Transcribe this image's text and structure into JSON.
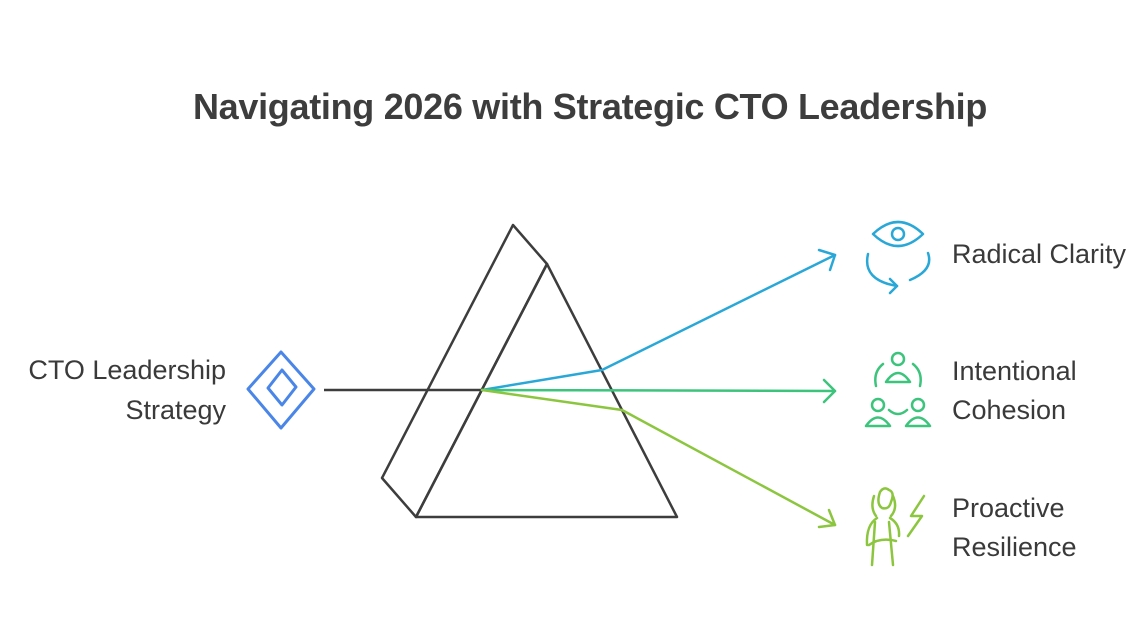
{
  "title": "Navigating 2026 with Strategic CTO Leadership",
  "source": {
    "line1": "CTO Leadership",
    "line2": "Strategy",
    "icon": "diamond-jira-icon",
    "color": "#4a86e8"
  },
  "outputs": [
    {
      "line1": "Radical Clarity",
      "line2": "",
      "icon": "eye-cycle-icon",
      "color": "#29a8d8"
    },
    {
      "line1": "Intentional",
      "line2": "Cohesion",
      "icon": "team-connection-icon",
      "color": "#3cc47c"
    },
    {
      "line1": "Proactive",
      "line2": "Resilience",
      "icon": "person-lightning-icon",
      "color": "#8cc63f"
    }
  ],
  "prism_color": "#3d3d3d"
}
